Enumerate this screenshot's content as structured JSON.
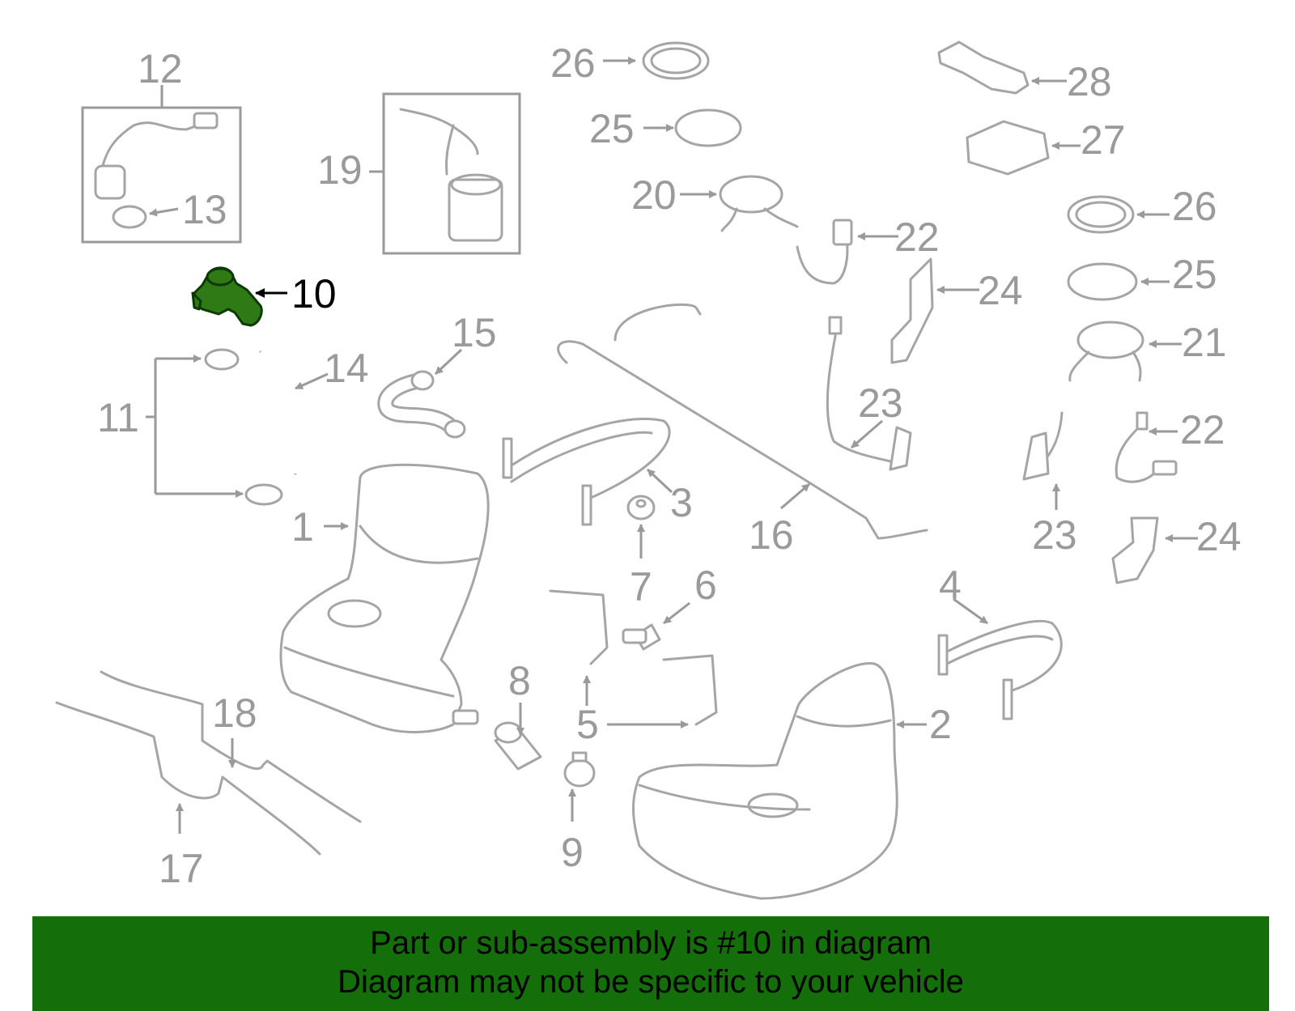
{
  "diagram": {
    "highlighted_part": "10",
    "callouts": {
      "c1": "1",
      "c2": "2",
      "c3": "3",
      "c4": "4",
      "c5": "5",
      "c6": "6",
      "c7": "7",
      "c8": "8",
      "c9": "9",
      "c10": "10",
      "c11": "11",
      "c12": "12",
      "c13": "13",
      "c14": "14",
      "c15": "15",
      "c16": "16",
      "c17": "17",
      "c18": "18",
      "c19": "19",
      "c20": "20",
      "c21": "21",
      "c22a": "22",
      "c22b": "22",
      "c23a": "23",
      "c23b": "23",
      "c24a": "24",
      "c24b": "24",
      "c25a": "25",
      "c25b": "25",
      "c26a": "26",
      "c26b": "26",
      "c27": "27",
      "c28": "28"
    }
  },
  "banner": {
    "line1": "Part or sub-assembly is #10 in diagram",
    "line2": "Diagram may not be specific to your vehicle"
  },
  "colors": {
    "highlight": "#2f7a14",
    "banner_bg": "#146e0a",
    "line_art": "#a5a5a5"
  }
}
